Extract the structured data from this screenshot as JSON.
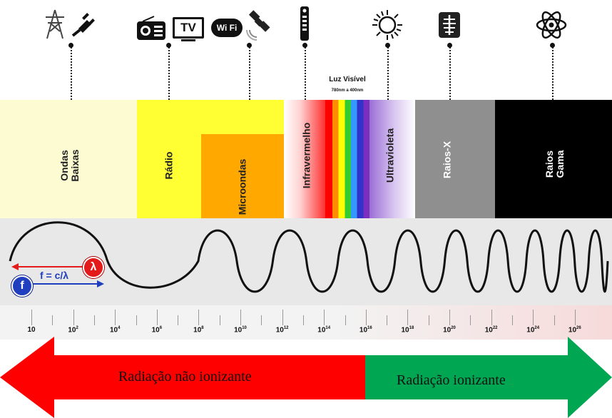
{
  "bands": {
    "ondas_baixas": "Ondas\nBaixas",
    "radio": "Rádio",
    "microondas": "Microondas",
    "infravermelho": "Infravermelho",
    "luz_visivel": "Luz Visível",
    "luz_visivel_range": "780nm a 400nm",
    "ultravioleta": "Ultravioleta",
    "raios_x": "Raios-X",
    "raios_gama": "Raios\nGama"
  },
  "icons": {
    "tv_label": "TV",
    "wifi_label": "Wi Fi",
    "names": [
      "power-tower-icon",
      "plug-icon",
      "radio-icon",
      "tv-icon",
      "wifi-icon",
      "satellite-icon",
      "remote-control-icon",
      "sun-icon",
      "xray-icon",
      "atom-icon"
    ]
  },
  "wave": {
    "formula": "f = c/λ",
    "lambda_symbol": "λ",
    "f_symbol": "f"
  },
  "axis": {
    "ticks": [
      {
        "base": "10",
        "exp": ""
      },
      {
        "base": "10",
        "exp": "2"
      },
      {
        "base": "10",
        "exp": "4"
      },
      {
        "base": "10",
        "exp": "6"
      },
      {
        "base": "10",
        "exp": "8"
      },
      {
        "base": "10",
        "exp": "10"
      },
      {
        "base": "10",
        "exp": "12"
      },
      {
        "base": "10",
        "exp": "14"
      },
      {
        "base": "10",
        "exp": "16"
      },
      {
        "base": "10",
        "exp": "18"
      },
      {
        "base": "10",
        "exp": "20"
      },
      {
        "base": "10",
        "exp": "22"
      },
      {
        "base": "10",
        "exp": "24"
      },
      {
        "base": "10",
        "exp": "26"
      }
    ]
  },
  "arrows": {
    "non_ionizing": "Radiação não ionizante",
    "ionizing": "Radiação ionizante"
  },
  "colors": {
    "ondas_baixas": "#fdfbd2",
    "radio": "#ffff33",
    "microondas": "#ffa800",
    "raios_x": "#8f8f8f",
    "raios_gama": "#000000",
    "non_ionizing_arrow": "#ff0000",
    "ionizing_arrow": "#00a651"
  }
}
